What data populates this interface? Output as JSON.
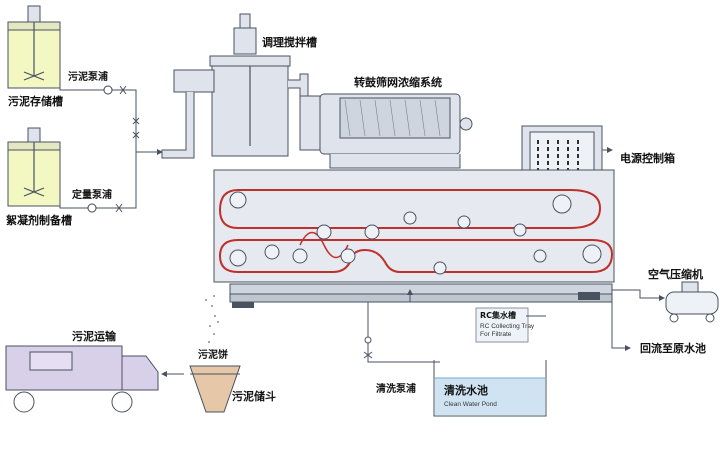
{
  "labels": {
    "sludge_tank": "污泥存储槽",
    "sludge_pump": "污泥泵浦",
    "flocculant_tank": "絮凝剂制备槽",
    "dosing_pump": "定量泵浦",
    "mixing_tank": "调理搅拌槽",
    "drum_screen": "转鼓筛网浓缩系统",
    "control_box": "电源控制箱",
    "air_compressor": "空气压缩机",
    "return_to_pool": "回流至原水池",
    "rc_tray_cn": "RC集水槽",
    "rc_tray_en1": "RC Collecting Tray",
    "rc_tray_en2": "For Filtrate",
    "wash_pump": "清洗泵浦",
    "clean_pool_cn": "清洗水池",
    "clean_pool_en": "Clean Water Pond",
    "sludge_cake": "污泥饼",
    "sludge_hopper": "污泥储斗",
    "sludge_transport": "污泥运输"
  },
  "colors": {
    "tank_fill": "#f3f7c2",
    "machine_fill": "#dfe4ec",
    "line": "#4a5260",
    "belt": "#c0302a",
    "truck": "#d8cfe8",
    "hopper": "#e6c8a8",
    "water": "#cfe3f3"
  }
}
